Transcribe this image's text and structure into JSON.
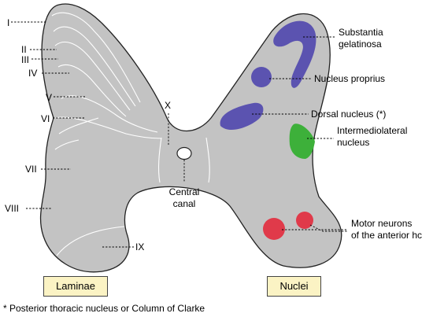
{
  "laminae": {
    "I": "I",
    "II": "II",
    "III": "III",
    "IV": "IV",
    "V": "V",
    "VI": "VI",
    "VII": "VII",
    "VIII": "VIII",
    "IX": "IX",
    "X": "X"
  },
  "central_canal": {
    "line1": "Central",
    "line2": "canal"
  },
  "nuclei": {
    "substantia_gelatinosa": {
      "line1": "Substantia",
      "line2": "gelatinosa"
    },
    "nucleus_proprius": "Nucleus proprius",
    "dorsal_nucleus": "Dorsal nucleus (*)",
    "intermediolateral": {
      "line1": "Intermediolateral",
      "line2": "nucleus"
    },
    "motor_neurons": {
      "line1": "Motor neurons",
      "line2": "of the anterior hc"
    }
  },
  "legend_boxes": {
    "laminae": "Laminae",
    "nuclei": "Nuclei"
  },
  "footnote": "* Posterior thoracic nucleus or Column of Clarke",
  "colors": {
    "grey_matter": "#c3c3c3",
    "outline": "#222222",
    "substantia_gelatinosa": "#5b53b0",
    "nucleus_proprius": "#5b53b0",
    "dorsal_nucleus": "#5b53b0",
    "intermediolateral_nucleus": "#3db03a",
    "motor_neurons": "#e03a4a",
    "label_box": "#fbf3c4"
  }
}
